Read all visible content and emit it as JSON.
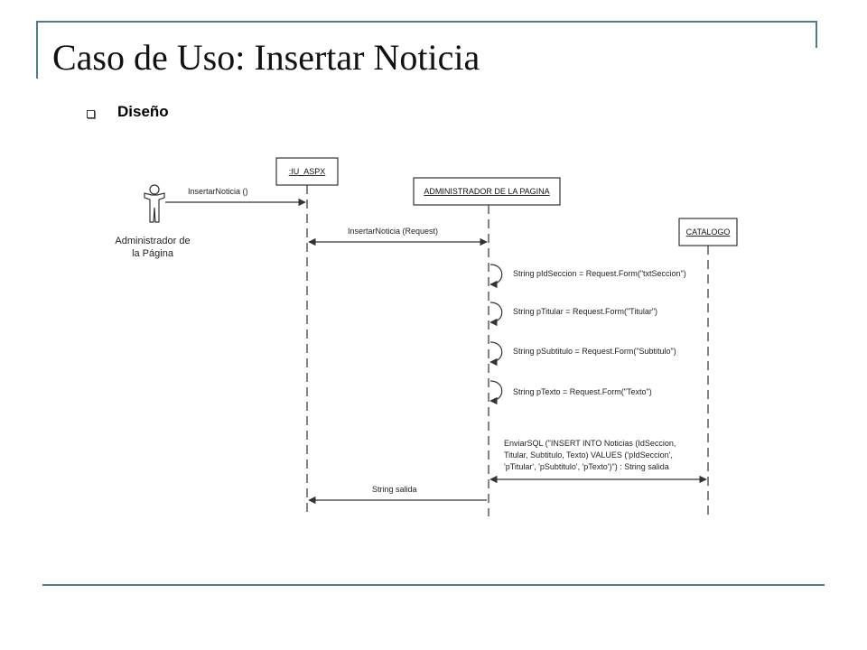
{
  "slide": {
    "title": "Caso de Uso: Insertar Noticia",
    "bullet": "Diseño"
  },
  "diagram": {
    "actor": {
      "line1": "Administrador de",
      "line2": "la Página"
    },
    "objects": {
      "iu": ":IU_ASPX",
      "admin": "ADMINISTRADOR DE LA PAGINA",
      "catalogo": "CATALOGO"
    },
    "messages": {
      "m1": "InsertarNoticia ()",
      "m2": "InsertarNoticia (Request)",
      "s1": "String pIdSeccion = Request.Form(\"txtSeccion\")",
      "s2": "String pTitular = Request.Form(\"Titular\")",
      "s3": "String pSubtitulo = Request.Form(\"Subtitulo\")",
      "s4": "String pTexto = Request.Form(\"Texto\")",
      "sql1": "EnviarSQL (\"INSERT INTO Noticias (IdSeccion,",
      "sql2": "Titular, Subtitulo, Texto) VALUES ('pIdSeccion',",
      "sql3": "'pTitular', 'pSubtitulo', 'pTexto')\") : String salida",
      "ret": "String salida"
    }
  },
  "colors": {
    "frame": "#4f7b8a",
    "line": "#333333"
  }
}
